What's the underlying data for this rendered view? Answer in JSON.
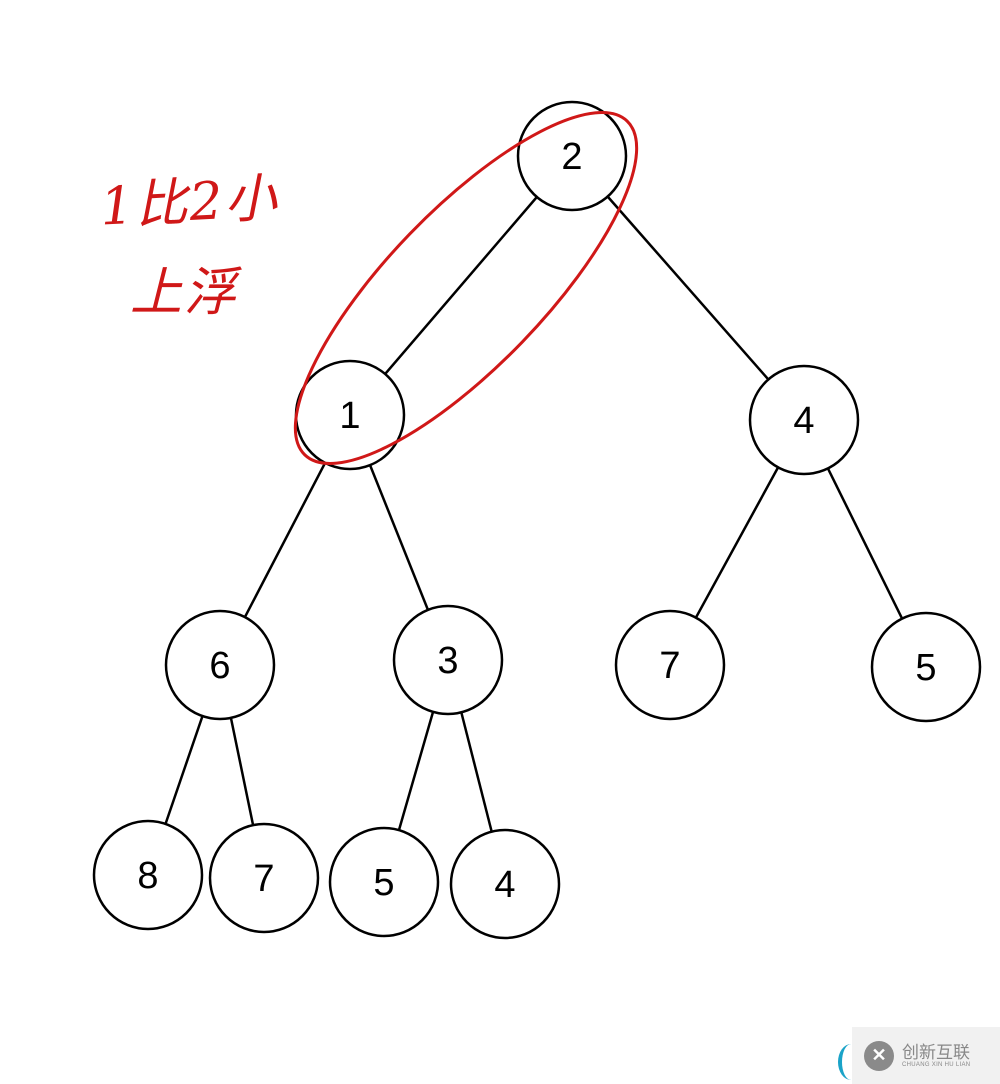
{
  "tree": {
    "nodes": [
      {
        "id": "n0",
        "value": "2",
        "parent": null
      },
      {
        "id": "n1",
        "value": "1",
        "parent": "n0"
      },
      {
        "id": "n2",
        "value": "4",
        "parent": "n0"
      },
      {
        "id": "n3",
        "value": "6",
        "parent": "n1"
      },
      {
        "id": "n4",
        "value": "3",
        "parent": "n1"
      },
      {
        "id": "n5",
        "value": "7",
        "parent": "n2"
      },
      {
        "id": "n6",
        "value": "5",
        "parent": "n2"
      },
      {
        "id": "n7",
        "value": "8",
        "parent": "n3"
      },
      {
        "id": "n8",
        "value": "7",
        "parent": "n3"
      },
      {
        "id": "n9",
        "value": "5",
        "parent": "n4"
      },
      {
        "id": "n10",
        "value": "4",
        "parent": "n4"
      }
    ],
    "highlighted": [
      "n0",
      "n1"
    ],
    "highlight_color": "#d01818"
  },
  "annotation": {
    "line1": "1比2小",
    "line2": "上浮"
  },
  "watermark": {
    "logo": "CX",
    "name": "创新互联",
    "subtitle": "CHUANG XIN HU LIAN"
  }
}
